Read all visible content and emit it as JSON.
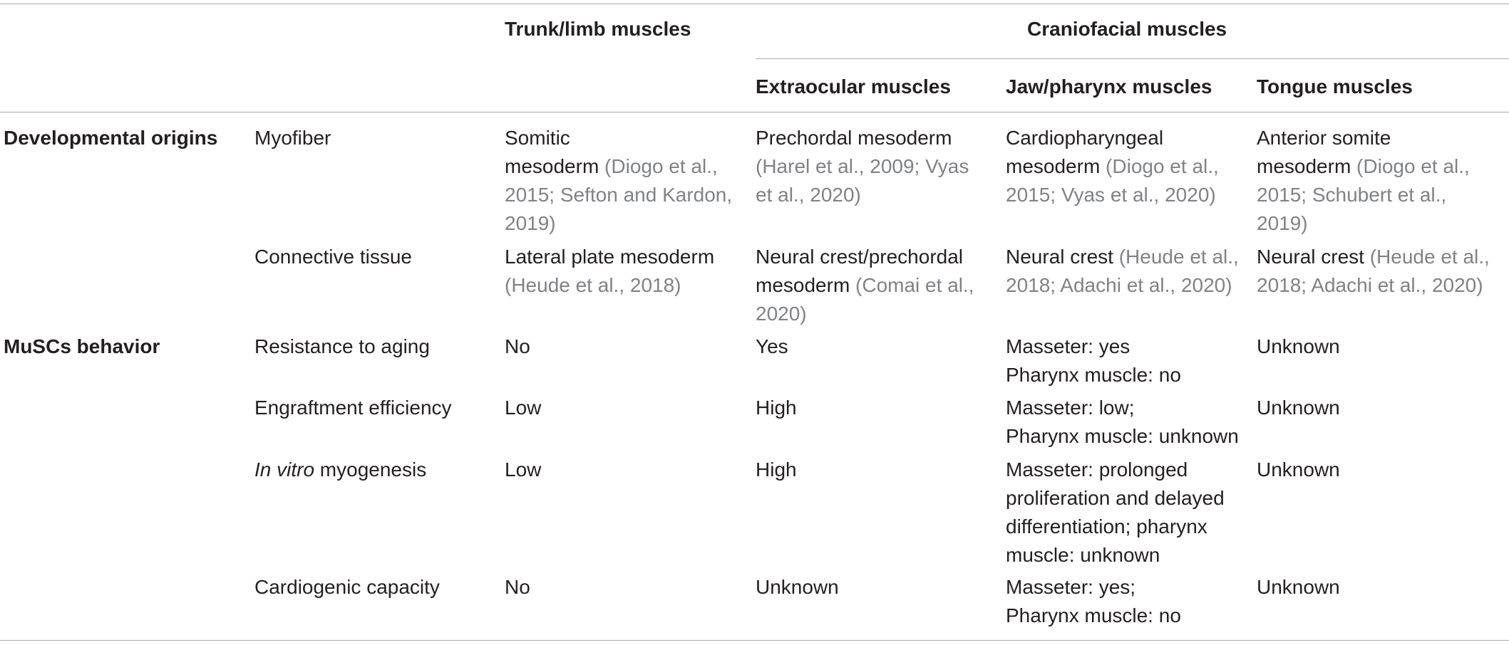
{
  "header": {
    "trunk_limb": "Trunk/limb muscles",
    "craniofacial": "Craniofacial muscles",
    "extraocular": "Extraocular muscles",
    "jaw_pharynx": "Jaw/pharynx muscles",
    "tongue": "Tongue muscles"
  },
  "groups": {
    "dev_origins": "Developmental origins",
    "muscs_behavior": "MuSCs behavior"
  },
  "rows": {
    "myofiber": {
      "label": "Myofiber",
      "trunk": {
        "t1": "Somitic",
        "t2": "mesoderm ",
        "c1": "(Diogo et al.,",
        "c2": "2015; Sefton and Kardon,",
        "c3": "2019)"
      },
      "eom": {
        "t1": "Prechordal mesoderm",
        "c1": "(Harel et al., 2009; Vyas",
        "c2": "et al., 2020)"
      },
      "jaw": {
        "t1": "Cardiopharyngeal",
        "t2": "mesoderm ",
        "c1": "(Diogo et al.,",
        "c2": "2015; Vyas et al., 2020)"
      },
      "tongue": {
        "t1": "Anterior somite",
        "t2": "mesoderm ",
        "c1": "(Diogo et al.,",
        "c2": "2015; Schubert et al.,",
        "c3": "2019)"
      }
    },
    "connective": {
      "label": "Connective tissue",
      "trunk": {
        "t1": "Lateral plate mesoderm",
        "c1": "(Heude et al., 2018)"
      },
      "eom": {
        "t1": "Neural crest/prechordal",
        "t2": "mesoderm ",
        "c1": "(Comai et al.,",
        "c2": "2020)"
      },
      "jaw": {
        "t1": "Neural crest ",
        "c1": "(Heude et al.,",
        "c2": "2018; Adachi et al., 2020)"
      },
      "tongue": {
        "t1": "Neural crest ",
        "c1": "(Heude et al.,",
        "c2": "2018; Adachi et al., 2020)"
      }
    },
    "aging": {
      "label": "Resistance to aging",
      "trunk": "No",
      "eom": "Yes",
      "jaw": [
        "Masseter: yes",
        "Pharynx muscle: no"
      ],
      "tongue": "Unknown"
    },
    "engraftment": {
      "label": "Engraftment efficiency",
      "trunk": "Low",
      "eom": "High",
      "jaw": [
        "Masseter: low;",
        "Pharynx muscle: unknown"
      ],
      "tongue": "Unknown"
    },
    "myogenesis": {
      "label_italic": "In vitro",
      "label_rest": " myogenesis",
      "trunk": "Low",
      "eom": "High",
      "jaw": [
        "Masseter: prolonged",
        "proliferation and delayed",
        "differentiation; pharynx",
        "muscle: unknown"
      ],
      "tongue": "Unknown"
    },
    "cardiogenic": {
      "label": "Cardiogenic capacity",
      "trunk": "No",
      "eom": "Unknown",
      "jaw": [
        "Masseter: yes;",
        "Pharynx muscle: no"
      ],
      "tongue": "Unknown"
    }
  }
}
